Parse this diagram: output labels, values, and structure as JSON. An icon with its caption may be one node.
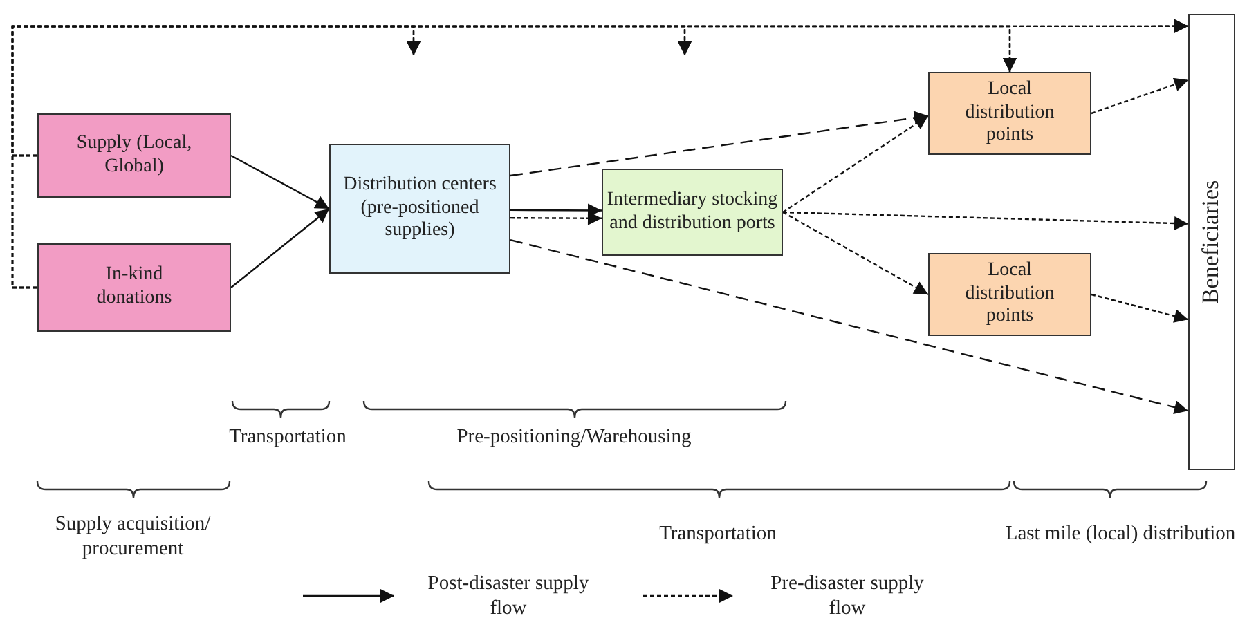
{
  "diagram": {
    "nodes": [
      {
        "text": [
          "Supply (Local, Global)"
        ]
      },
      {
        "text": [
          "In-kind donations"
        ]
      },
      {
        "text": [
          "Distribution centers (pre-positioned supplies)"
        ]
      },
      {
        "text": [
          "Intermediary stocking and distribution ports"
        ]
      },
      {
        "text": [
          "Local distribution points"
        ]
      },
      {
        "text": [
          "Local distribution points"
        ]
      },
      {
        "text": [
          "Beneficiaries"
        ]
      }
    ],
    "edges": [
      {
        "from": 0,
        "to": 2,
        "arrow": "to"
      },
      {
        "from": 1,
        "to": 2,
        "arrow": "to"
      },
      {
        "from": 2,
        "to": 3,
        "arrow": "to"
      },
      {
        "from": 2,
        "to": 3,
        "arrow": "to",
        "style": "dashed"
      },
      {
        "from": 2,
        "to": 4,
        "arrow": "to",
        "style": "dashed"
      },
      {
        "from": 2,
        "to": 6,
        "arrow": "to",
        "style": "dashed"
      },
      {
        "from": 3,
        "to": 4,
        "arrow": "to",
        "style": "dashed"
      },
      {
        "from": 3,
        "to": 6,
        "arrow": "to",
        "style": "dashed"
      },
      {
        "from": 3,
        "to": 5,
        "arrow": "to",
        "style": "dashed"
      },
      {
        "from": 4,
        "to": 6,
        "arrow": "to",
        "style": "dashed"
      },
      {
        "from": 5,
        "to": 6,
        "arrow": "to",
        "style": "dashed"
      },
      {
        "from": 0,
        "to": 2,
        "arrow": "to",
        "style": "dashed"
      },
      {
        "from": 0,
        "to": 3,
        "arrow": "to",
        "style": "dashed"
      },
      {
        "from": 0,
        "to": 4,
        "arrow": "to",
        "style": "dashed"
      },
      {
        "from": 0,
        "to": 6,
        "arrow": "to",
        "style": "dashed"
      },
      {
        "from": 1,
        "to": 2,
        "arrow": "to",
        "style": "dashed"
      },
      {
        "from": 1,
        "to": 3,
        "arrow": "to",
        "style": "dashed"
      },
      {
        "from": 1,
        "to": 4,
        "arrow": "to",
        "style": "dashed"
      },
      {
        "from": 1,
        "to": 6,
        "arrow": "to",
        "style": "dashed"
      }
    ],
    "labels": [
      "Transportation",
      "Pre-positioning/Warehousing",
      "Supply acquisition/ procurement",
      "Transportation",
      "Last mile (local) distribution"
    ],
    "legend": [
      {
        "text": "Post-disaster supply flow"
      },
      {
        "text": "Pre-disaster supply flow"
      }
    ]
  }
}
